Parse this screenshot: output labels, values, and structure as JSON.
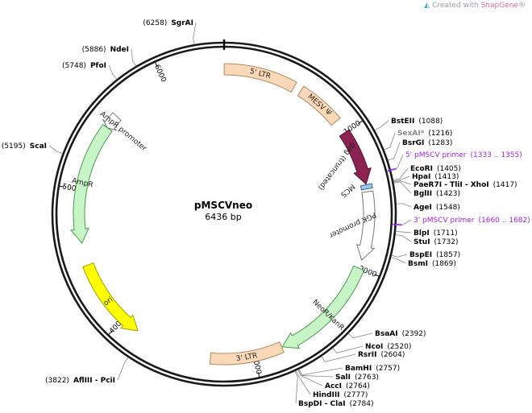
{
  "watermark": {
    "prefix": "Created with",
    "brand": "SnapGene",
    "suffix": "®"
  },
  "plasmid": {
    "name": "pMSCVneo",
    "length": "6436 bp",
    "total_bp": 6436
  },
  "ticks": [
    {
      "label": "1000",
      "bp": 1000
    },
    {
      "label": "2000",
      "bp": 2000
    },
    {
      "label": "3000",
      "bp": 3000
    },
    {
      "label": "4000",
      "bp": 4000
    },
    {
      "label": "5000",
      "bp": 5000
    },
    {
      "label": "6000",
      "bp": 6000
    }
  ],
  "features": [
    {
      "id": "5ltr",
      "label": "5' LTR",
      "start": 1,
      "end": 515,
      "dir": "none",
      "color": "#fad8b8",
      "stroke": "#b08a60",
      "textcolor": "#222222"
    },
    {
      "id": "msvpsi",
      "label": "MESV Ψ",
      "start": 570,
      "end": 900,
      "dir": "none",
      "color": "#fad8b8",
      "stroke": "#b08a60",
      "textcolor": "#222222"
    },
    {
      "id": "gag",
      "label": "gag (truncated)",
      "start": 1000,
      "end": 1395,
      "dir": "cw",
      "color": "#8b2252",
      "stroke": "#5a1030",
      "textcolor": "#222222"
    },
    {
      "id": "mcs",
      "label": "MCS",
      "start": 1400,
      "end": 1430,
      "dir": "none",
      "color": "#9cc7e8",
      "stroke": "#3a6a90",
      "textcolor": "#222222"
    },
    {
      "id": "pgk",
      "label": "PGK promoter",
      "start": 1450,
      "end": 1940,
      "dir": "cw",
      "color": "#ffffff",
      "stroke": "#777777",
      "textcolor": "#222222"
    },
    {
      "id": "neo",
      "label": "NeoR/KanR",
      "start": 2000,
      "end": 2795,
      "dir": "cw",
      "color": "#c8f5c8",
      "stroke": "#4a9a4a",
      "textcolor": "#222222"
    },
    {
      "id": "3ltr",
      "label": "3' LTR",
      "start": 2800,
      "end": 3315,
      "dir": "none",
      "color": "#fad8b8",
      "stroke": "#b08a60",
      "textcolor": "#222222"
    },
    {
      "id": "ori",
      "label": "ori",
      "start": 3870,
      "end": 4460,
      "dir": "ccw",
      "color": "#ffff00",
      "stroke": "#a0a000",
      "textcolor": "#222222"
    },
    {
      "id": "ampr",
      "label": "AmpR",
      "start": 4620,
      "end": 5480,
      "dir": "ccw",
      "color": "#c8f5c8",
      "stroke": "#4a9a4a",
      "textcolor": "#222222"
    },
    {
      "id": "amprp",
      "label": "AmpR promoter",
      "start": 5480,
      "end": 5585,
      "dir": "ccw",
      "color": "#ffffff",
      "stroke": "#777777",
      "textcolor": "#222222"
    }
  ],
  "sites_right": [
    {
      "name": "BstEII",
      "pos": "(1088)",
      "bp": 1088,
      "color": "#000000"
    },
    {
      "name": "SexAI*",
      "pos": "(1216)",
      "bp": 1216,
      "color": "#888888"
    },
    {
      "name": "BsrGI",
      "pos": "(1283)",
      "bp": 1283,
      "color": "#000000"
    },
    {
      "name": "5' pMSCV primer",
      "pos": "(1333 .. 1355)",
      "bp": 1344,
      "color": "#a020f0",
      "primer": true
    },
    {
      "name": "EcoRI",
      "pos": "(1405)",
      "bp": 1405,
      "color": "#000000"
    },
    {
      "name": "HpaI",
      "pos": "(1413)",
      "bp": 1413,
      "color": "#000000"
    },
    {
      "name": "PaeR7I - TliI - XhoI",
      "pos": "(1417)",
      "bp": 1417,
      "color": "#000000"
    },
    {
      "name": "BglII",
      "pos": "(1423)",
      "bp": 1423,
      "color": "#000000"
    },
    {
      "name": "AgeI",
      "pos": "(1548)",
      "bp": 1548,
      "color": "#000000"
    },
    {
      "name": "3' pMSCV primer",
      "pos": "(1660 .. 1682)",
      "bp": 1671,
      "color": "#a020f0",
      "primer": true
    },
    {
      "name": "BlpI",
      "pos": "(1711)",
      "bp": 1711,
      "color": "#000000"
    },
    {
      "name": "StuI",
      "pos": "(1732)",
      "bp": 1732,
      "color": "#000000"
    },
    {
      "name": "BspEI",
      "pos": "(1857)",
      "bp": 1857,
      "color": "#000000"
    },
    {
      "name": "BsmI",
      "pos": "(1869)",
      "bp": 1869,
      "color": "#000000"
    },
    {
      "name": "BsaAI",
      "pos": "(2392)",
      "bp": 2392,
      "color": "#000000"
    },
    {
      "name": "NcoI",
      "pos": "(2520)",
      "bp": 2520,
      "color": "#000000"
    },
    {
      "name": "RsrII",
      "pos": "(2604)",
      "bp": 2604,
      "color": "#000000"
    },
    {
      "name": "BamHI",
      "pos": "(2757)",
      "bp": 2757,
      "color": "#000000"
    },
    {
      "name": "SalI",
      "pos": "(2763)",
      "bp": 2763,
      "color": "#000000"
    },
    {
      "name": "AccI",
      "pos": "(2764)",
      "bp": 2764,
      "color": "#000000"
    },
    {
      "name": "HindIII",
      "pos": "(2777)",
      "bp": 2777,
      "color": "#000000"
    },
    {
      "name": "BspDI - ClaI",
      "pos": "(2784)",
      "bp": 2784,
      "color": "#000000"
    }
  ],
  "sites_left": [
    {
      "name": "SgrAI",
      "pos": "(6258)",
      "bp": 6258,
      "color": "#000000"
    },
    {
      "name": "NdeI",
      "pos": "(5886)",
      "bp": 5886,
      "color": "#000000"
    },
    {
      "name": "PfoI",
      "pos": "(5748)",
      "bp": 5748,
      "color": "#000000"
    },
    {
      "name": "ScaI",
      "pos": "(5195)",
      "bp": 5195,
      "color": "#000000"
    },
    {
      "name": "AflIII - PciI",
      "pos": "(3822)",
      "bp": 3822,
      "color": "#000000"
    }
  ]
}
